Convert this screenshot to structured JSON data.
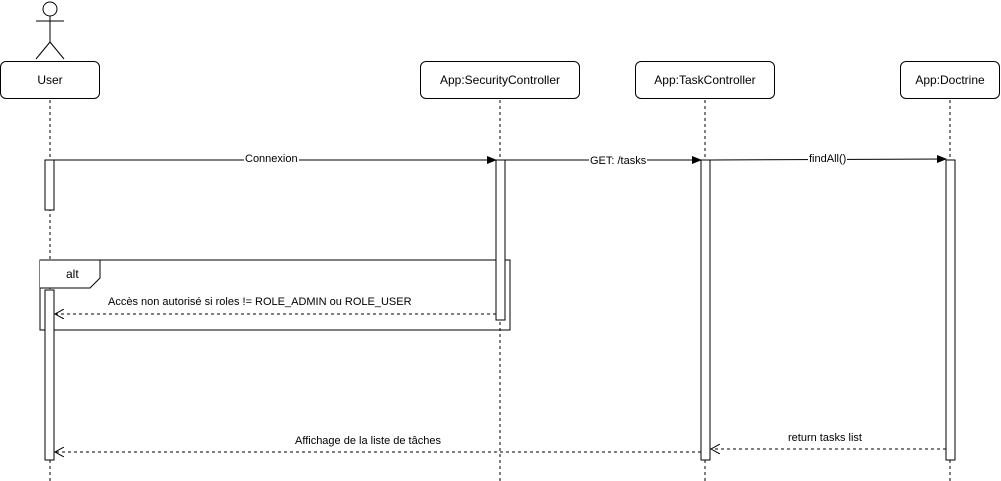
{
  "participants": [
    {
      "id": "user",
      "label": "User"
    },
    {
      "id": "security",
      "label": "App:SecurityController"
    },
    {
      "id": "task",
      "label": "App:TaskController"
    },
    {
      "id": "doctrine",
      "label": "App:Doctrine"
    }
  ],
  "messages": {
    "connexion": "Connexion",
    "get_tasks": "GET: /tasks",
    "find_all": "findAll()",
    "access_denied": "Accès non autorisé si roles != ROLE_ADMIN ou ROLE_USER",
    "return_tasks": "return tasks list",
    "display_list": "Affichage de la liste de tâches"
  },
  "fragment": {
    "operator": "alt"
  }
}
